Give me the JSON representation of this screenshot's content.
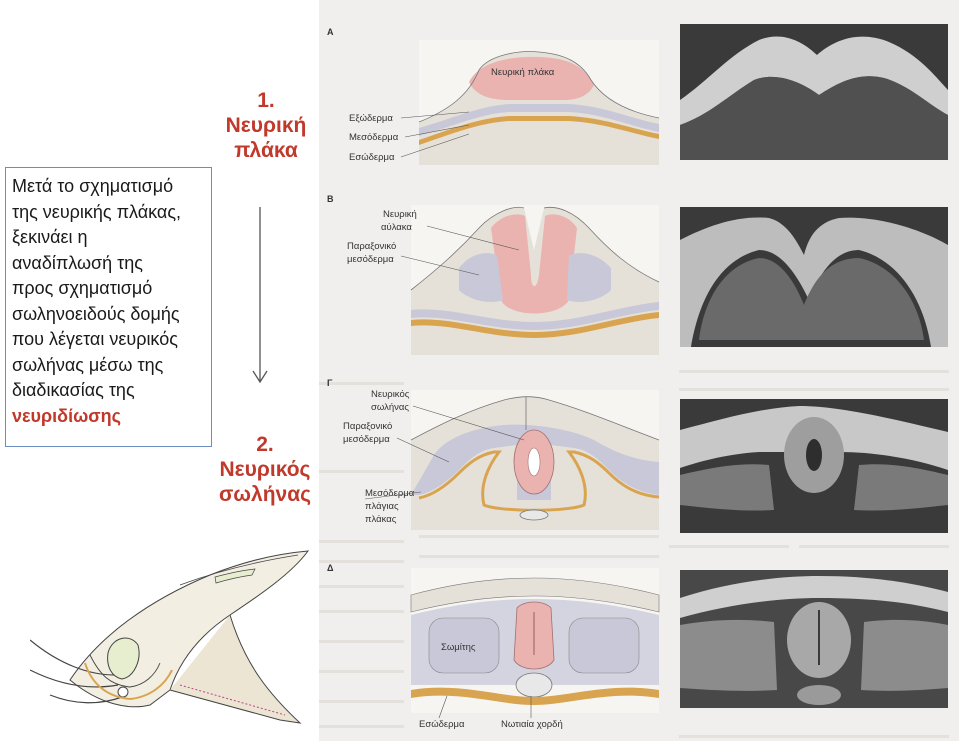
{
  "textbox": {
    "line1": "Μετά το σχηματισμό",
    "line2": "της νευρικής πλάκας,",
    "line3": "ξεκινάει η",
    "line4": "αναδίπλωσή της",
    "line5": "προς σχηματισμό",
    "line6": "σωληνοειδούς δομής",
    "line7": "που λέγεται νευρικός",
    "line8": "σωλήνας μέσω της",
    "line9": "διαδικασίας της",
    "highlight": "νευριδίωσης"
  },
  "steps": {
    "s1_num": "1.",
    "s1_w1": "Νευρική",
    "s1_w2": "πλάκα",
    "s2_num": "2.",
    "s2_w1": "Νευρικός",
    "s2_w2": "σωλήνας"
  },
  "panels": {
    "a": "A",
    "b": "B",
    "c": "Γ",
    "d": "Δ"
  },
  "labels": {
    "neural_plate": "Νευρική πλάκα",
    "ectoderm": "Εξώδερμα",
    "mesoderm": "Μεσόδερμα",
    "endoderm": "Εσώδερμα",
    "neural_groove_1": "Νευρική",
    "neural_groove_2": "αύλακα",
    "paraxial_b_1": "Παραξονικό",
    "paraxial_b_2": "μεσόδερμα",
    "neural_tube_1": "Νευρικός",
    "neural_tube_2": "σωλήνας",
    "paraxial_c_1": "Παραξονικό",
    "paraxial_c_2": "μεσόδερμα",
    "lateral_1": "Μεσόδερμα",
    "lateral_2": "πλάγιας",
    "lateral_3": "πλάκας",
    "somite": "Σωμίτης",
    "endoderm_d": "Εσώδερμα",
    "notochord": "Νωτιαία χορδή"
  },
  "colors": {
    "accent_red": "#c0392b",
    "box_border": "#6c8ebf",
    "neural": "#eab3b0",
    "mesoderm": "#c8c8d8",
    "ectoderm": "#e2ddd4",
    "endoderm": "#d9a450",
    "sem": "#3a3a3a"
  }
}
